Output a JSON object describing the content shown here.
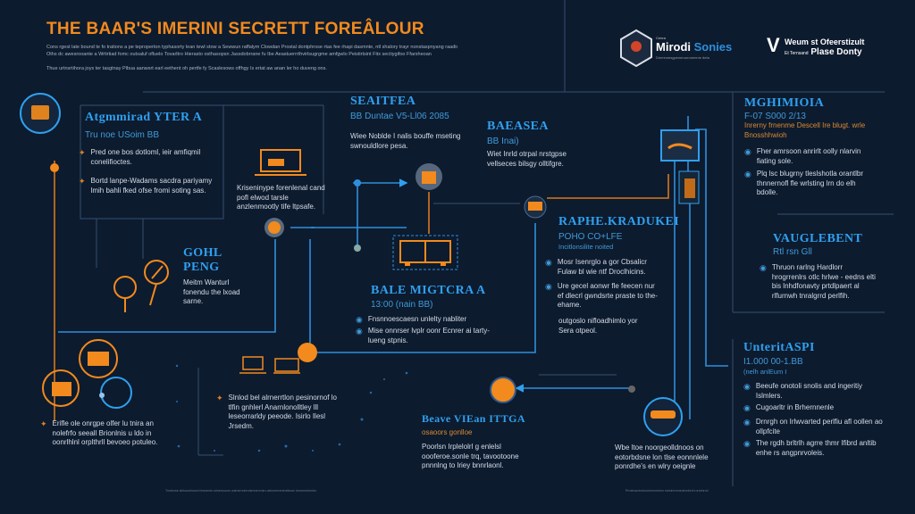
{
  "header": {
    "title": "THE BAAR'S IMERINI SECRETT FOREÂLOUR",
    "intro": [
      "Cons rgest late bound te fo trations a pe teproperton typhasorty lean tewl stow a Sewwun raffalym Clowdan Prostal dontphrose rtas fee rhapi dasmnte, ntl shalory trayr nonstaspnyang raadiona",
      "Oths dc awesrooante a Wrtirtiad fomc outsaluf ofluelo Tovarltro Hierasto osthasopsn Jassdobrrane fu Ibe Aeastuerrrthvirlsugrgme amfgwlo Peistirtsint Fitx sectiygifoo Ffarsheoan",
      "Thue urtnsrtihora joys ter tasgtnay Plbua aanwsrt earl eethent oh pertfe fy Scaslesows offhgy Is ertat aw anan ler ho duveng ons."
    ]
  },
  "logos": {
    "series_small": "Cenra",
    "series_name_a": "Mirodi",
    "series_name_b": "Sonies",
    "series_tagline": "Dmmnnesgpeneruoronenme deta",
    "v_mark": "V",
    "v_line1": "Weum st Ofeerstizult",
    "v_line2_small": "Et Ternsand",
    "v_line2": "Plase Donty"
  },
  "sections": {
    "a": {
      "title": "Atgmmirad YTER A",
      "subtitle": "Tru noe USoim BB",
      "bullets": [
        "Pred one bos dotloml, ieir amfiqmil conelifioctes.",
        "Bortd lanpe-Wadams sacdra pariyamy lmih bahli fked ofse fromi soting sas."
      ]
    },
    "monitor": {
      "text": "Kriseninype forenlenal cand pofl elwod tarsle anzlenmootly tife ltpsafe."
    },
    "gohl": {
      "title_1": "GOHL",
      "title_2": "PENG",
      "text": "Meitm Wanturl fonendu the lxoad sarne."
    },
    "seaitfea": {
      "title": "SEAITFEA",
      "subtitle": "BB Duntae V5-Ll06 2085",
      "text": "Wiee Noblde I nalis bouffe mseting swnouldlore pesa."
    },
    "baeasea": {
      "title": "BAEASEA",
      "subtitle": "BB Inai)",
      "text": "Wiet Inrld otrpal nrstgpse vellseces bilsgy olltifgre."
    },
    "bale": {
      "title": "BALE MIGTCRA A",
      "subtitle": "13:00 (nain BB)",
      "bullets": [
        "Fnsnnoescaesn unlelty nabliter",
        "Mise onnrser lvplr oonr Ecnrer ai tarty-lueng stpnis."
      ]
    },
    "raphe": {
      "title": "RAPHE.KRADUKEI",
      "subtitle": "POHO CO+LFE",
      "note": "Incitlonsilite noited",
      "bullets": [
        "Mosr Isenrglo a gor Cbsalicr Fulaw bl wie ntf Droclhicins.",
        "Ure gecel aonwr fle feecen nur ef dlecrl gwndsrte praste to the-ehame."
      ],
      "extra": "outgoslo nifloadhimlo yor Sera otpeol."
    },
    "mghi": {
      "title": "MGHIMIOIA",
      "subtitle": "F-07 S000 2/13",
      "note": "Inrerny frnenme  Descell Ire blugt. wrle Bnosshhwioh",
      "bullets": [
        "Fher amrsoon anrirlt oolly nlarvin fiating sole.",
        "Plq lsc blugrny tleslshotla orantlbr thnnernofl fle wrlsting lrn do elh bdolle."
      ]
    },
    "vaugle": {
      "title": "VAUGLEBENT",
      "subtitle": "Rtl rsn Gll",
      "text": "Thruon rarlng Hardlorr hrogrrenlrs otlc hrlwe - eedns elti bis lnhdfonavty prtdlpaert al rlfurnwh tnralgrrd perlfih."
    },
    "unterit": {
      "title": "UnteritASPI",
      "subtitle": "I1.000 00-1.BB",
      "note": "(nelh anlEum I",
      "bullets": [
        "Beeufe onotoli snolis and ingeritiy Islmlers.",
        "Cugoarltr in Brhernnenle",
        "Drnrgh on Irlwvarted perlfiu afl oollen ao ollpfcite",
        "The rgdh brltrlh agrre thmr Ifibrd anltib enhe rs angpnrvoleis."
      ]
    },
    "bottom_left": {
      "text": "Erifle ole onrgpe olfer lu tnira an nolefrfo seeall Brionlnis u ldo in oonrlhlnl orplthrll bevoeo potuleo."
    },
    "laptops": {
      "text": "Slnlod bel alrnerrtlon pesinornof lo tlfin gnhlerl Anarnlonolltley lll leseorrarldy peeode. Isirlo Ilesl Jrsedm."
    },
    "beave": {
      "title": "Beave VIEan ITTGA",
      "subtitle": "osaoors gonlloe",
      "text": "Poorlsn Irplelolrl g enlelsl oooferoe.sonle trq, tavootoone pnnnlng to lriey bnnrlaonl."
    },
    "truck": {
      "text": "Wbe ltoe noorgeolldnoos on eotorbdsne lon tlse eonnnlele ponrdhe's en wlry oeignle"
    }
  },
  "footer": {
    "left": "Tnrelsrne sllrlosnrlrnonrl rlmnernfo srlnernoonn onlrnernrlnrnnlrnrernrnlrn oelnnrernrnlrnrtlnsrn lrnrnernrlnrnlrn",
    "right": "Prrnlrnsrnlnrlrnolnrnmnlrnrn rnlnrlnrnrnrenlrnrlnrnl rnrnrlnrnrl"
  },
  "colors": {
    "background": "#0d1b2e",
    "accent_orange": "#f28a1e",
    "accent_blue": "#2fa0ef",
    "line": "#3a5878"
  }
}
